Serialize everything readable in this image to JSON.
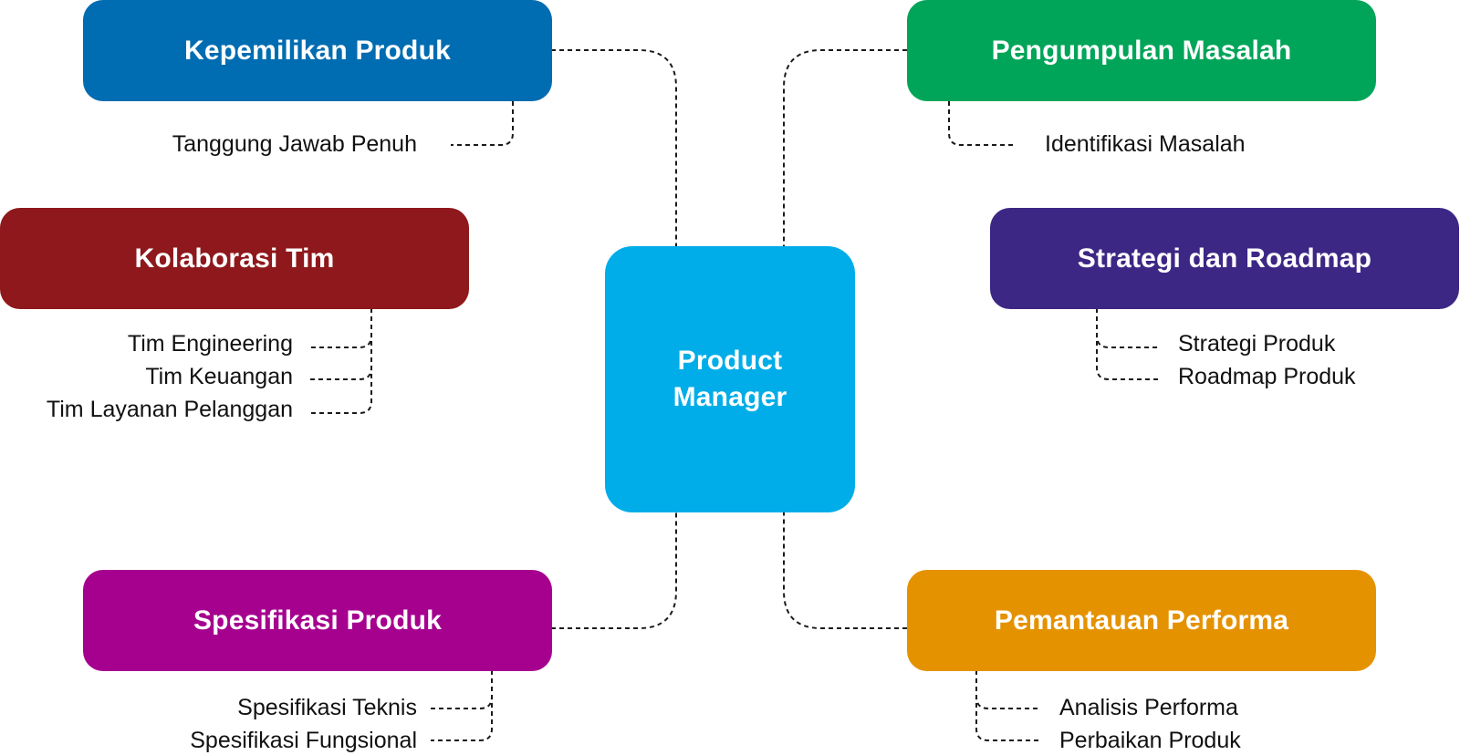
{
  "center": {
    "title": "Product Manager",
    "color": "#00ADE8"
  },
  "nodes": {
    "kepemilikan": {
      "title": "Kepemilikan Produk",
      "color": "#006CB1",
      "items": [
        "Tanggung Jawab Penuh"
      ]
    },
    "kolaborasi": {
      "title": "Kolaborasi Tim",
      "color": "#8E181B",
      "items": [
        "Tim Engineering",
        "Tim Keuangan",
        "Tim Layanan Pelanggan"
      ]
    },
    "spesifikasi": {
      "title": "Spesifikasi Produk",
      "color": "#A6008F",
      "items": [
        "Spesifikasi Teknis",
        "Spesifikasi Fungsional"
      ]
    },
    "pengumpulan": {
      "title": "Pengumpulan Masalah",
      "color": "#00A559",
      "items": [
        "Identifikasi Masalah"
      ]
    },
    "strategi": {
      "title": "Strategi dan Roadmap",
      "color": "#3D2785",
      "items": [
        "Strategi Produk",
        "Roadmap Produk"
      ]
    },
    "pemantauan": {
      "title": "Pemantauan Performa",
      "color": "#E59200",
      "items": [
        "Analisis Performa",
        "Perbaikan Produk"
      ]
    }
  }
}
